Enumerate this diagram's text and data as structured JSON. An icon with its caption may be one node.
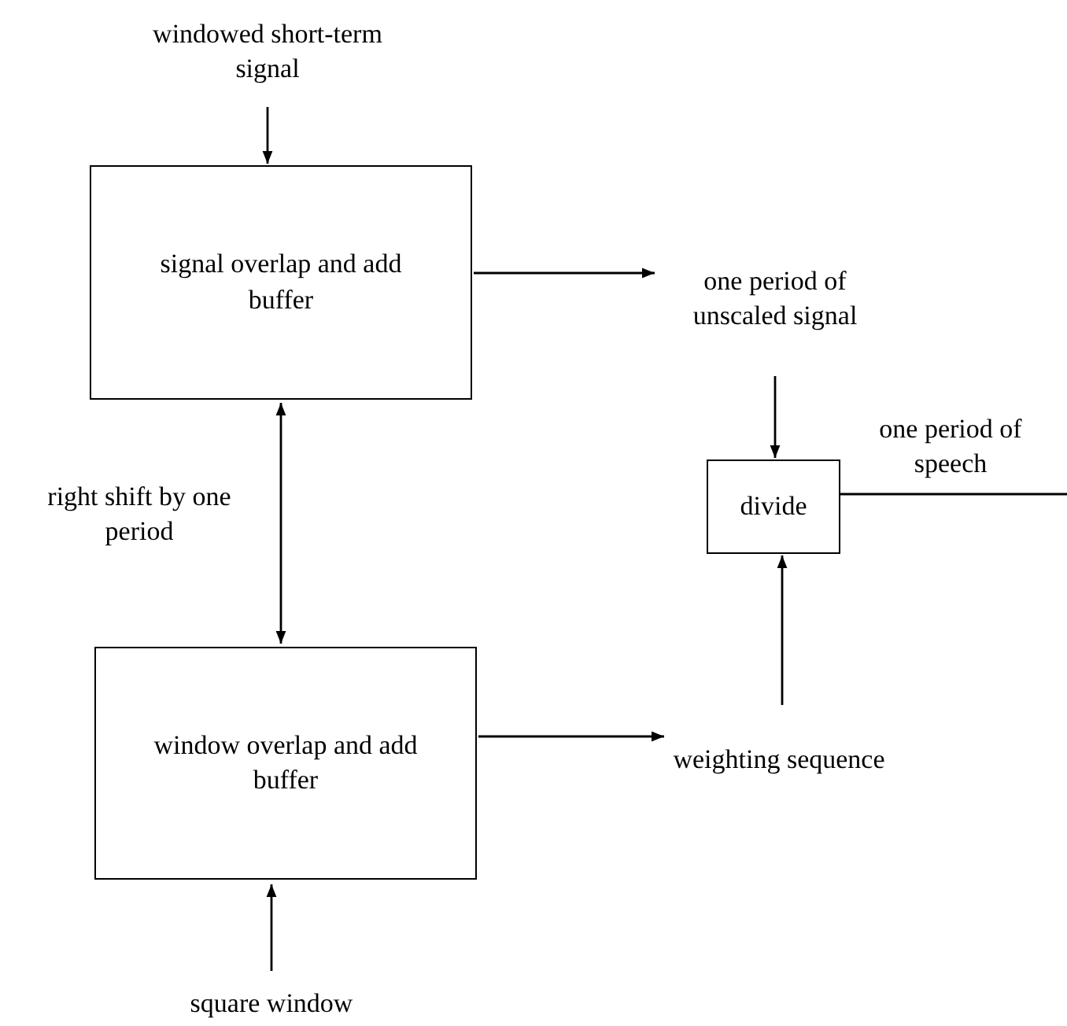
{
  "diagram": {
    "nodes": [
      {
        "text": [
          "windowed short-term signal"
        ]
      },
      {
        "text": [
          "signal overlap and add buffer"
        ]
      },
      {
        "text": [
          "one period of unscaled signal"
        ]
      },
      {
        "text": [
          "divide"
        ]
      },
      {
        "text": [
          "window overlap and add buffer"
        ]
      },
      {
        "text": [
          "weighting sequence"
        ]
      },
      {
        "text": [
          "square window"
        ]
      }
    ],
    "edges": [
      {
        "from": 0,
        "to": 1,
        "arrow": "to"
      },
      {
        "from": 1,
        "to": 2,
        "arrow": "to"
      },
      {
        "from": 2,
        "to": 3,
        "arrow": "to"
      },
      {
        "from": 3,
        "to": null,
        "arrow": "none",
        "label": "one period of speech"
      },
      {
        "from": 1,
        "to": 4,
        "arrow": "both",
        "label": "right shift by one period"
      },
      {
        "from": 4,
        "to": 5,
        "arrow": "to"
      },
      {
        "from": 5,
        "to": 3,
        "arrow": "to"
      },
      {
        "from": 6,
        "to": 4,
        "arrow": "to"
      }
    ]
  }
}
